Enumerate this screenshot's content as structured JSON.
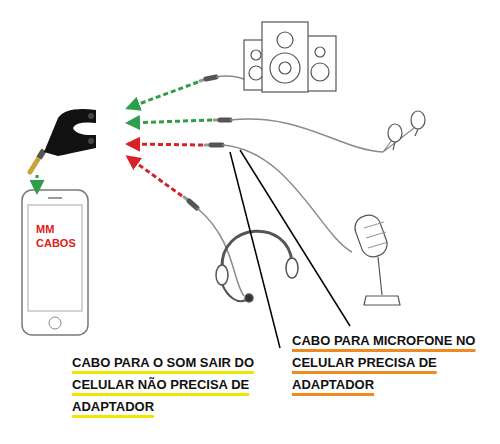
{
  "diagram": {
    "labels": [
      "MM CABOS",
      "CABO PARA O SOM SAIR DO CELULAR NÃO PRECISA DE ADAPTADOR",
      "CABO PARA MICROFONE NO CELULAR PRECISA DE ADAPTADOR"
    ]
  }
}
